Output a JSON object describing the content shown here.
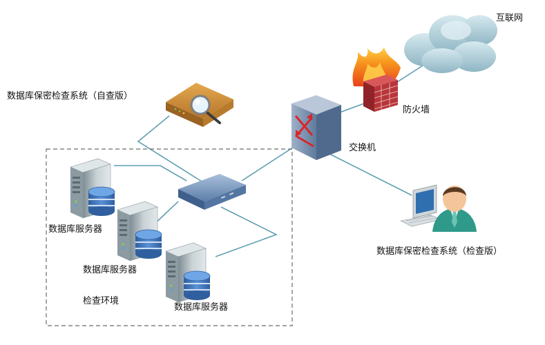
{
  "labels": {
    "internet": "互联网",
    "firewall": "防火墙",
    "switch": "交换机",
    "self_check_system": "数据库保密检查系统（自查版）",
    "inspection_system": "数据库保密检查系统（检查版）",
    "db_server_1": "数据库服务器",
    "db_server_2": "数据库服务器",
    "db_server_3": "数据库服务器",
    "inspection_env": "检查环境"
  },
  "colors": {
    "link": "#5f9db3",
    "region_border": "#6b6b6b",
    "cloud": "#b4d4df",
    "firewall_brick": "#b8353a",
    "flame": "#f07a22",
    "device_orange": "#c98a37",
    "switch_blue": "#6f8fb5",
    "server_body": "#b8c2c6",
    "db_disk": "#3f73b8",
    "person_shirt": "#2f9a8a"
  }
}
